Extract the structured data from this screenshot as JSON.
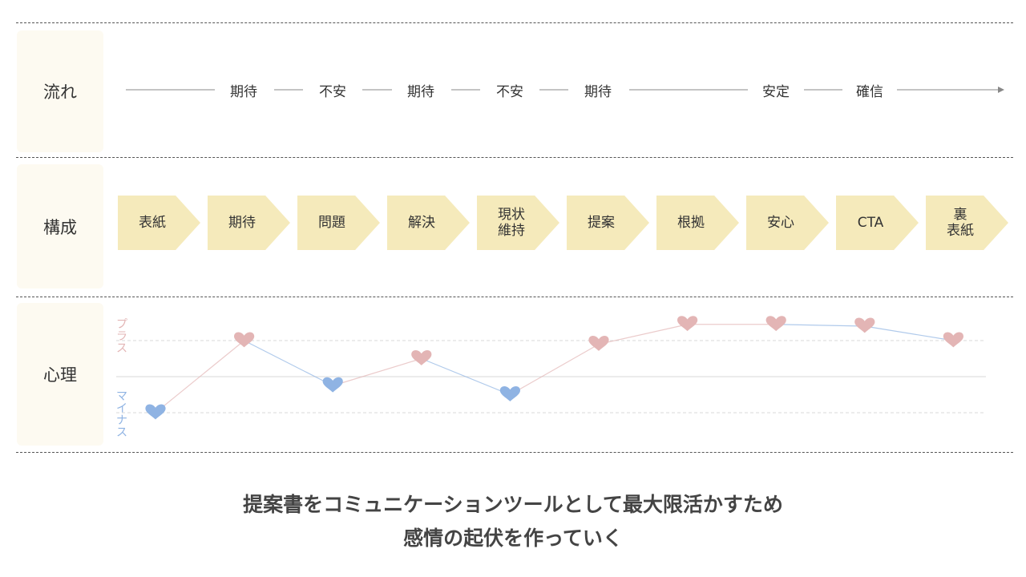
{
  "rows": {
    "flow_label": "流れ",
    "structure_label": "構成",
    "psychology_label": "心理"
  },
  "flow": {
    "words": [
      "期待",
      "不安",
      "期待",
      "不安",
      "期待",
      "安定",
      "確信"
    ]
  },
  "structure": {
    "steps": [
      "表紙",
      "期待",
      "問題",
      "解決",
      "現状\n維持",
      "提案",
      "根拠",
      "安心",
      "CTA",
      "裏\n表紙"
    ]
  },
  "psychology": {
    "plus_label": "プラス",
    "minus_label": "マイナス",
    "colors": {
      "plus": "#e3b5b5",
      "minus": "#8fb3e3"
    },
    "chart_data": {
      "type": "line",
      "categories": [
        "表紙",
        "期待",
        "問題",
        "解決",
        "現状維持",
        "提案",
        "根拠",
        "安心",
        "CTA",
        "裏表紙"
      ],
      "series": [
        {
          "values": [
            -1,
            1,
            -0.25,
            0.5,
            -0.5,
            0.9,
            1.45,
            1.45,
            1.4,
            1.0
          ]
        }
      ],
      "ylim": [
        -1.3,
        1.6
      ]
    }
  },
  "caption": {
    "line1": "提案書をコミュニケーションツールとして最大限活かすため",
    "line2": "感情の起伏を作っていく"
  }
}
